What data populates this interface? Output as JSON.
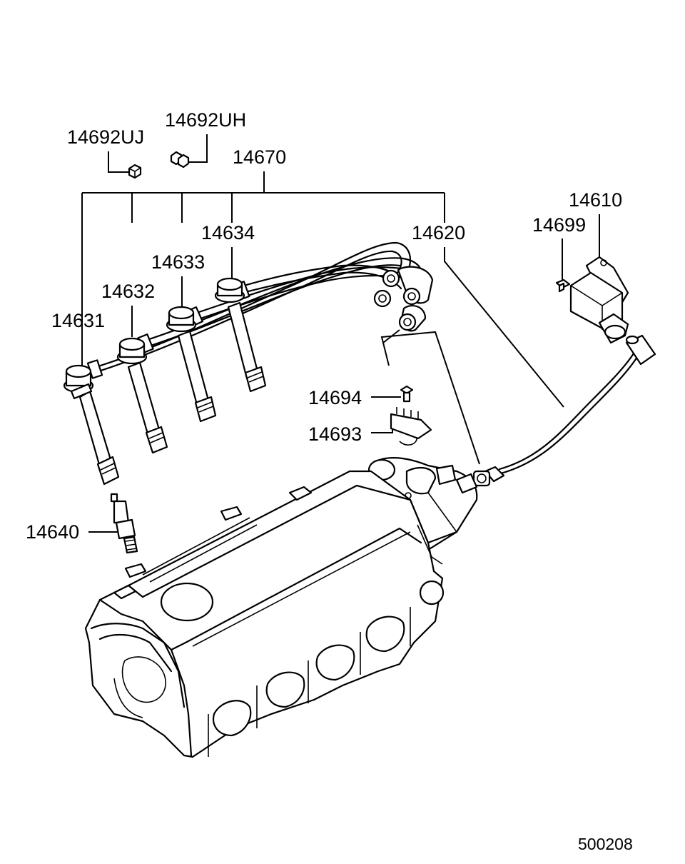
{
  "diagram": {
    "callouts": [
      {
        "id": "14692UJ",
        "text": "14692UJ"
      },
      {
        "id": "14692UH",
        "text": "14692UH"
      },
      {
        "id": "14670",
        "text": "14670"
      },
      {
        "id": "14610",
        "text": "14610"
      },
      {
        "id": "14699",
        "text": "14699"
      },
      {
        "id": "14634",
        "text": "14634"
      },
      {
        "id": "14620",
        "text": "14620"
      },
      {
        "id": "14633",
        "text": "14633"
      },
      {
        "id": "14632",
        "text": "14632"
      },
      {
        "id": "14631",
        "text": "14631"
      },
      {
        "id": "14694",
        "text": "14694"
      },
      {
        "id": "14693",
        "text": "14693"
      },
      {
        "id": "14640",
        "text": "14640"
      }
    ],
    "figure_number": "500208"
  }
}
